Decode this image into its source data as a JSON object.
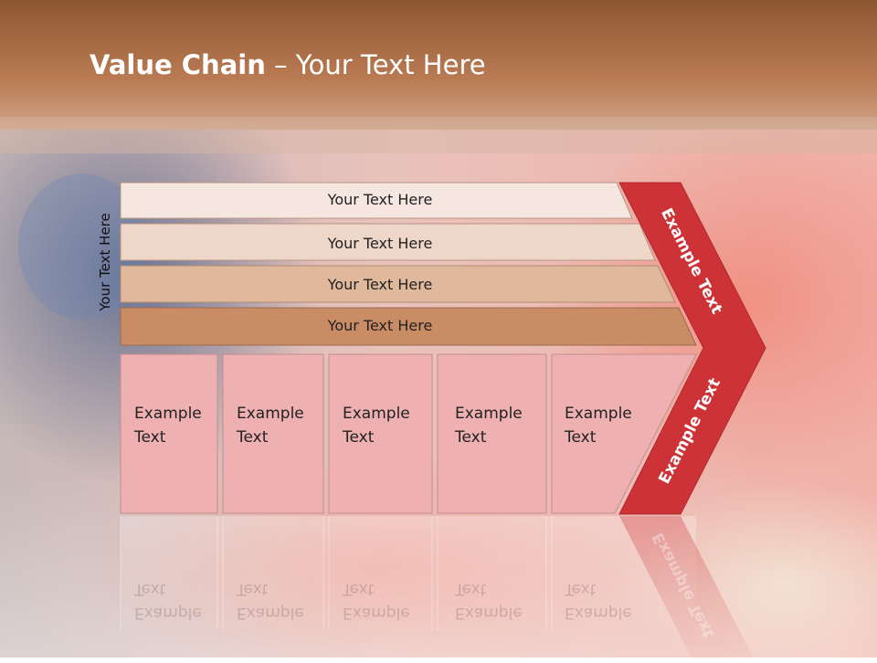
{
  "title": {
    "bold": "Value Chain",
    "rest": " – Your Text Here"
  },
  "side_label": "Your Text Here",
  "bands": [
    "Your Text Here",
    "Your Text Here",
    "Your Text Here",
    "Your Text Here"
  ],
  "boxes": [
    {
      "line1": "Example",
      "line2": "Text"
    },
    {
      "line1": "Example",
      "line2": "Text"
    },
    {
      "line1": "Example",
      "line2": "Text"
    },
    {
      "line1": "Example",
      "line2": "Text"
    },
    {
      "line1": "Example",
      "line2": "Text"
    }
  ],
  "chevron": {
    "upper": "Example Text",
    "lower": "Example Text"
  },
  "colors": {
    "header": "#a66a45",
    "band1": "#f6e6e0",
    "band2": "#eed6c8",
    "band3": "#e0b99c",
    "band4": "#c98c65",
    "box": "#eeb0b0",
    "chevron": "#cc3236"
  }
}
